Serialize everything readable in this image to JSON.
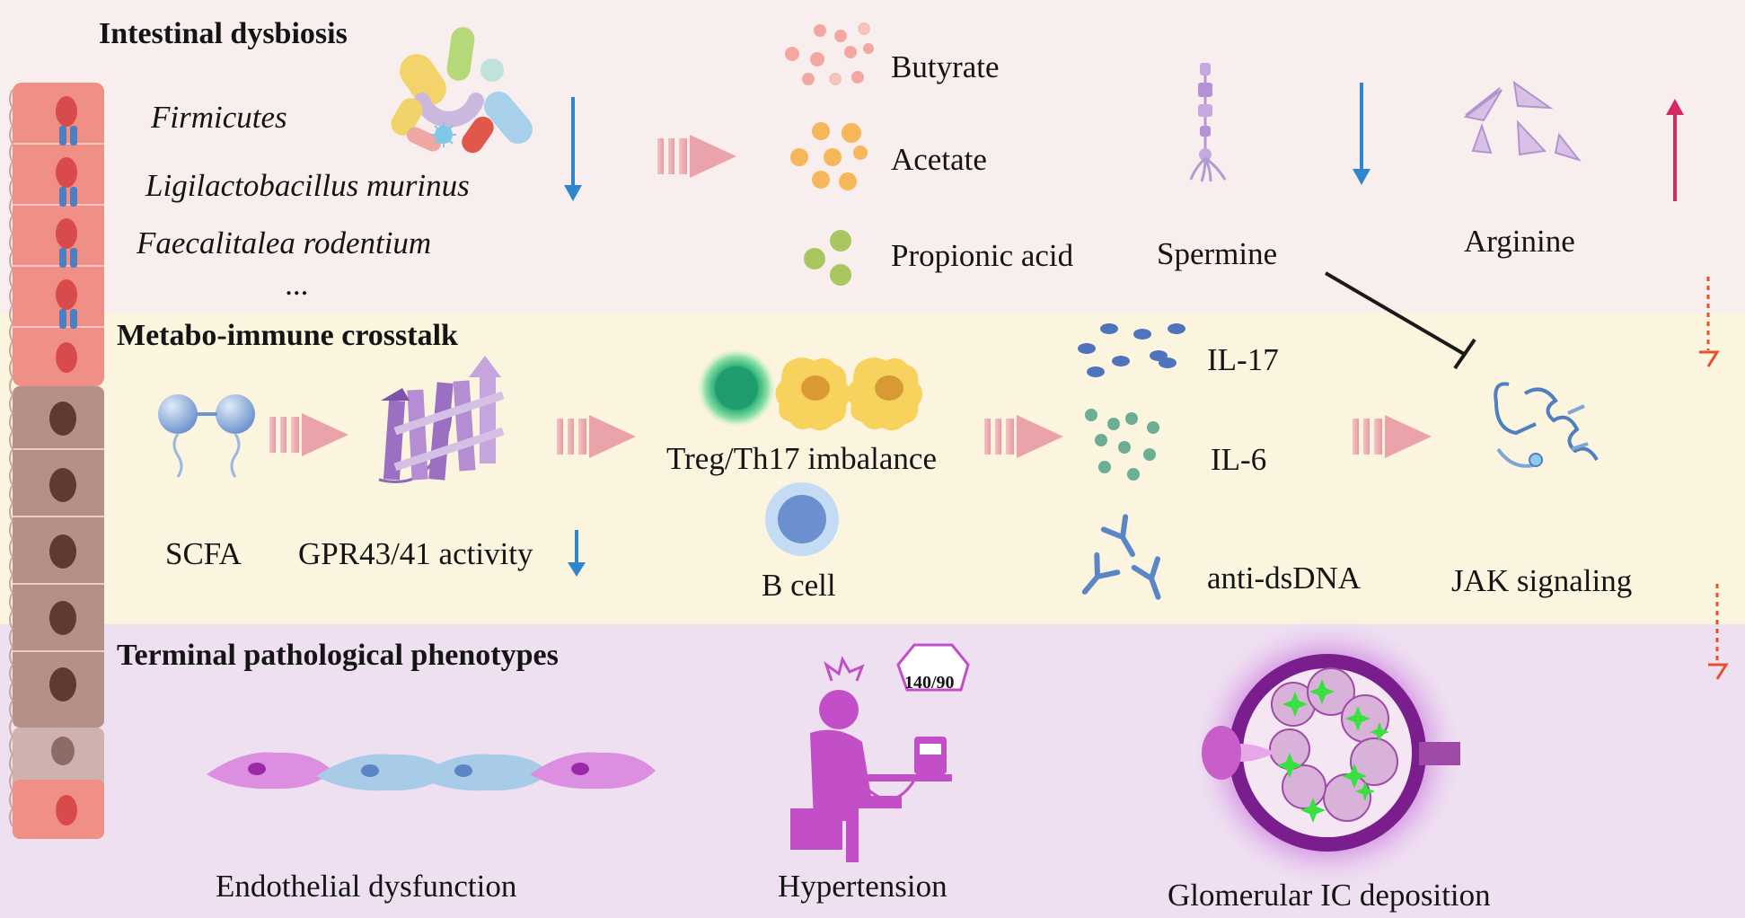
{
  "colors": {
    "band_top": "#f9eeee",
    "band_mid": "#fbf4de",
    "band_bottom": "#eee0f1",
    "title_top": "#b8621a",
    "title_mid": "#8a6414",
    "title_bottom": "#d43fd6",
    "arrow_down": "#2f86cf",
    "arrow_up": "#d32a63",
    "arrow_dashed": "#e8502c",
    "chevron": "#ecaab0"
  },
  "sections": {
    "dysbiosis": {
      "title": "Intestinal dysbiosis",
      "taxa": [
        "Firmicutes",
        "Ligilactobacillus murinus",
        "Faecalitalea rodentium",
        "..."
      ],
      "metabolites": [
        "Butyrate",
        "Acetate",
        "Propionic acid"
      ],
      "spermine": "Spermine",
      "arginine": "Arginine"
    },
    "crosstalk": {
      "title": "Metabo-immune crosstalk",
      "scfa": "SCFA",
      "gpr": "GPR43/41 activity",
      "treg": "Treg/Th17 imbalance",
      "bcell": "B cell",
      "cytokines": [
        "IL-17",
        "IL-6",
        "anti-dsDNA"
      ],
      "jak": "JAK signaling"
    },
    "phenotypes": {
      "title": "Terminal pathological phenotypes",
      "endothelial": "Endothelial dysfunction",
      "hypertension": "Hypertension",
      "bp_reading": "140/90",
      "glomerular": "Glomerular IC deposition"
    }
  }
}
